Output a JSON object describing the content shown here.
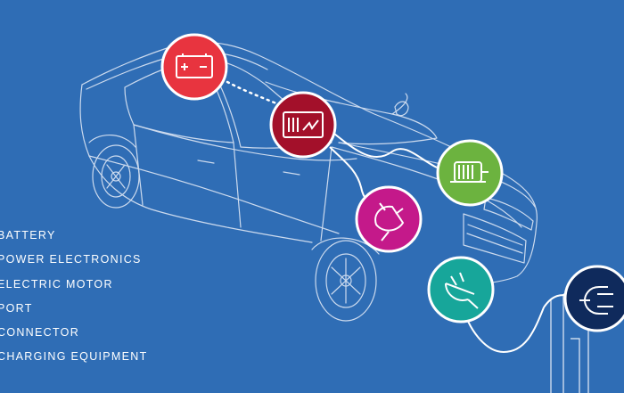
{
  "legend": {
    "items": [
      "BATTERY",
      "POWER ELECTRONICS",
      "ELECTRIC MOTOR",
      "PORT",
      "CONNECTOR",
      "CHARGING EQUIPMENT"
    ]
  },
  "components": [
    {
      "key": "battery",
      "color": "#e8343f",
      "icon": "battery-icon"
    },
    {
      "key": "power-electronics",
      "color": "#a3102a",
      "icon": "inverter-icon"
    },
    {
      "key": "electric-motor",
      "color": "#6cb33f",
      "icon": "motor-icon"
    },
    {
      "key": "port",
      "color": "#c4198a",
      "icon": "plug-icon"
    },
    {
      "key": "connector",
      "color": "#17a69a",
      "icon": "connector-icon"
    },
    {
      "key": "charging-equipment",
      "color": "#0f2a5c",
      "icon": "charger-plug-icon"
    }
  ],
  "colors": {
    "background": "#2f6db5",
    "line": "#ffffff"
  }
}
